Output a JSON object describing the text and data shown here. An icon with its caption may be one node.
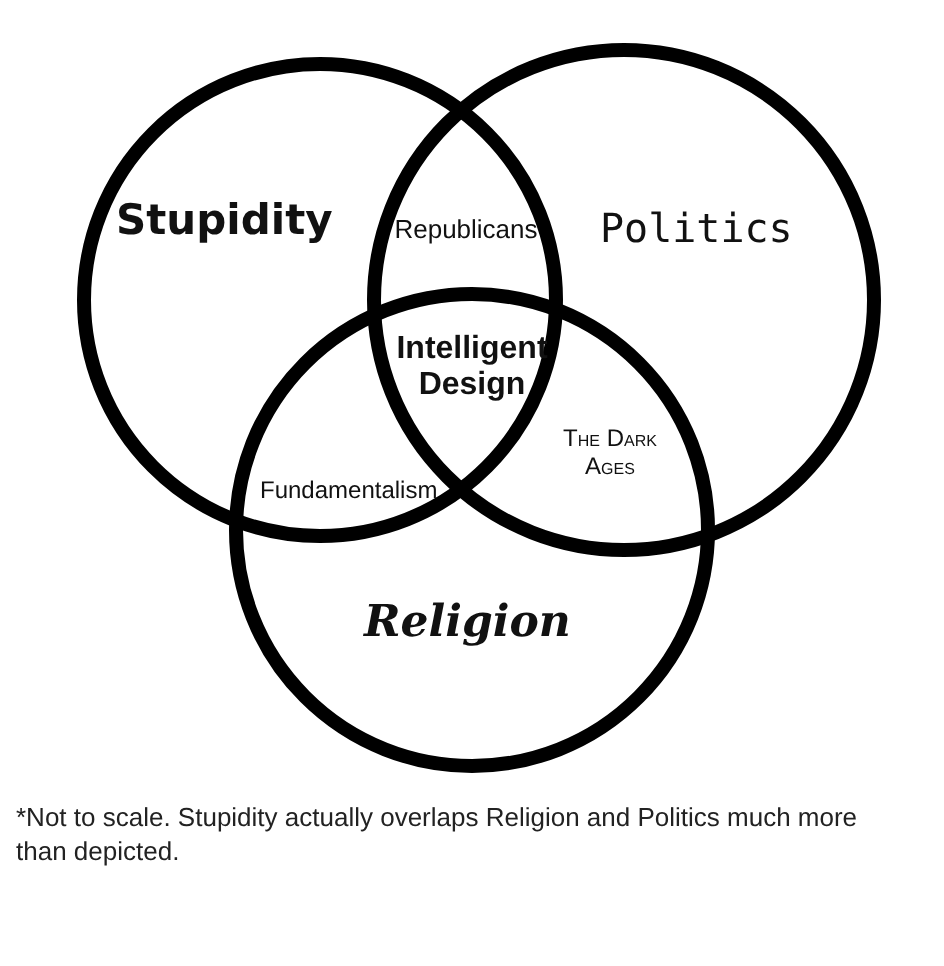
{
  "diagram": {
    "caption": "*Not to scale. Stupidity actually overlaps Religion and Politics much more than depicted.",
    "nodes": [
      {
        "text": [
          "Stupidity"
        ]
      },
      {
        "text": [
          "Politics"
        ]
      },
      {
        "text": [
          "Religion"
        ]
      }
    ],
    "labels": [
      "Republicans",
      "Intelligent Design",
      "Fundamentalism",
      "The Dark Ages"
    ]
  }
}
